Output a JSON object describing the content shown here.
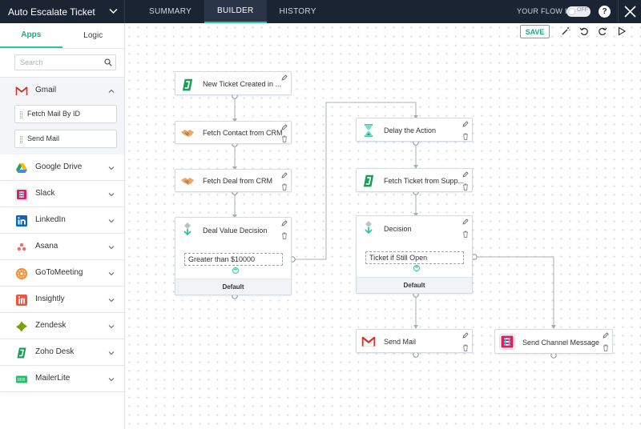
{
  "header": {
    "flow_name": "Auto Escalate Ticket",
    "tabs": [
      "SUMMARY",
      "BUILDER",
      "HISTORY"
    ],
    "active_tab": "BUILDER",
    "flow_status_label": "YOUR FLOW IS",
    "toggle_label": "OFF",
    "help_label": "?"
  },
  "sidebar": {
    "tabs": [
      "Apps",
      "Logic"
    ],
    "active_tab": "Apps",
    "search_placeholder": "Search",
    "expanded_app": {
      "name": "Gmail",
      "actions": [
        "Fetch Mail By ID",
        "Send Mail"
      ]
    },
    "apps": [
      {
        "name": "Google Drive",
        "icon": "google-drive-icon"
      },
      {
        "name": "Slack",
        "icon": "slack-icon"
      },
      {
        "name": "LinkedIn",
        "icon": "linkedin-icon"
      },
      {
        "name": "Asana",
        "icon": "asana-icon"
      },
      {
        "name": "GoToMeeting",
        "icon": "gotomeeting-icon"
      },
      {
        "name": "Insightly",
        "icon": "insightly-icon"
      },
      {
        "name": "Zendesk",
        "icon": "zendesk-icon"
      },
      {
        "name": "Zoho Desk",
        "icon": "zoho-desk-icon"
      },
      {
        "name": "MailerLite",
        "icon": "mailerlite-icon"
      }
    ]
  },
  "canvas": {
    "save_label": "SAVE",
    "nodes": {
      "new_ticket": {
        "label": "New Ticket Created in ...",
        "icon": "zoho-desk-icon"
      },
      "fetch_contact": {
        "label": "Fetch Contact from CRM",
        "icon": "crm-handshake-icon"
      },
      "fetch_deal": {
        "label": "Fetch Deal from CRM",
        "icon": "crm-handshake-icon"
      },
      "deal_decision": {
        "label": "Deal Value Decision",
        "icon": "decision-icon",
        "condition": "Greater than $10000",
        "default": "Default"
      },
      "delay": {
        "label": "Delay the Action",
        "icon": "hourglass-icon"
      },
      "fetch_ticket": {
        "label": "Fetch Ticket from Supp...",
        "icon": "zoho-desk-icon"
      },
      "decision": {
        "label": "Decision",
        "icon": "decision-icon",
        "condition": "Ticket if Still Open",
        "default": "Default"
      },
      "send_mail": {
        "label": "Send Mail",
        "icon": "gmail-icon"
      },
      "send_channel": {
        "label": "Send Channel Message",
        "icon": "slack-icon"
      }
    }
  },
  "colors": {
    "topbar": "#1b2433",
    "accent": "#2ec5a6",
    "zoho_green": "#1a9e5a",
    "gmail_red": "#d93025"
  }
}
